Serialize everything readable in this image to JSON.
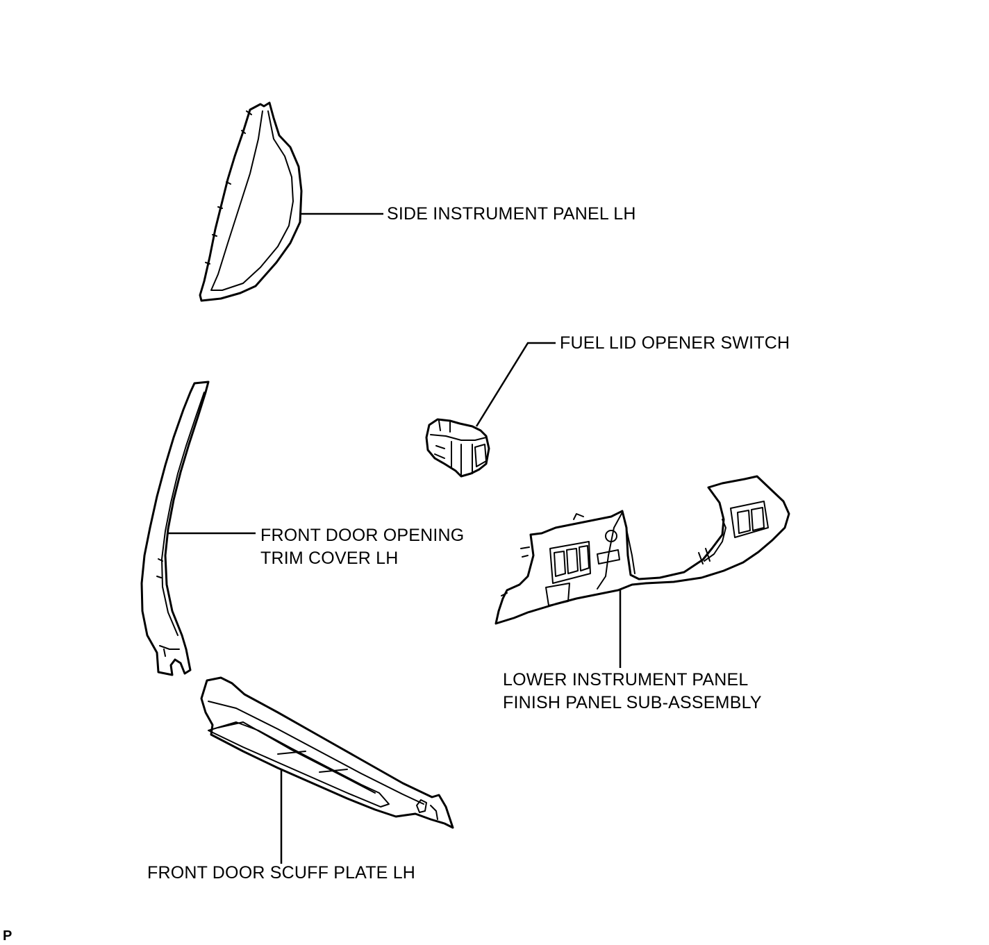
{
  "labels": {
    "side_instrument_panel": [
      "SIDE INSTRUMENT PANEL LH"
    ],
    "fuel_lid_opener_switch": [
      "FUEL LID OPENER SWITCH"
    ],
    "front_door_opening_trim_cover": [
      "FRONT DOOR OPENING",
      "TRIM COVER LH"
    ],
    "lower_instrument_panel_finish_panel": [
      "LOWER INSTRUMENT PANEL",
      "FINISH PANEL SUB-ASSEMBLY"
    ],
    "front_door_scuff_plate": [
      "FRONT DOOR SCUFF PLATE LH"
    ]
  },
  "code_mark": "P",
  "colors": {
    "line": "#000000",
    "background": "#ffffff"
  }
}
